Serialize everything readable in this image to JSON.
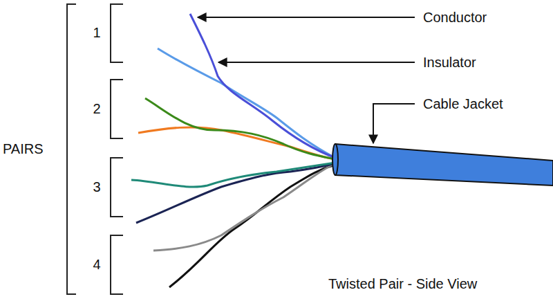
{
  "diagram": {
    "caption": "Twisted Pair - Side View",
    "labels": [
      "PAIRS",
      "1",
      "2",
      "3",
      "4",
      "Conductor",
      "Insulator",
      "Cable Jacket"
    ]
  }
}
